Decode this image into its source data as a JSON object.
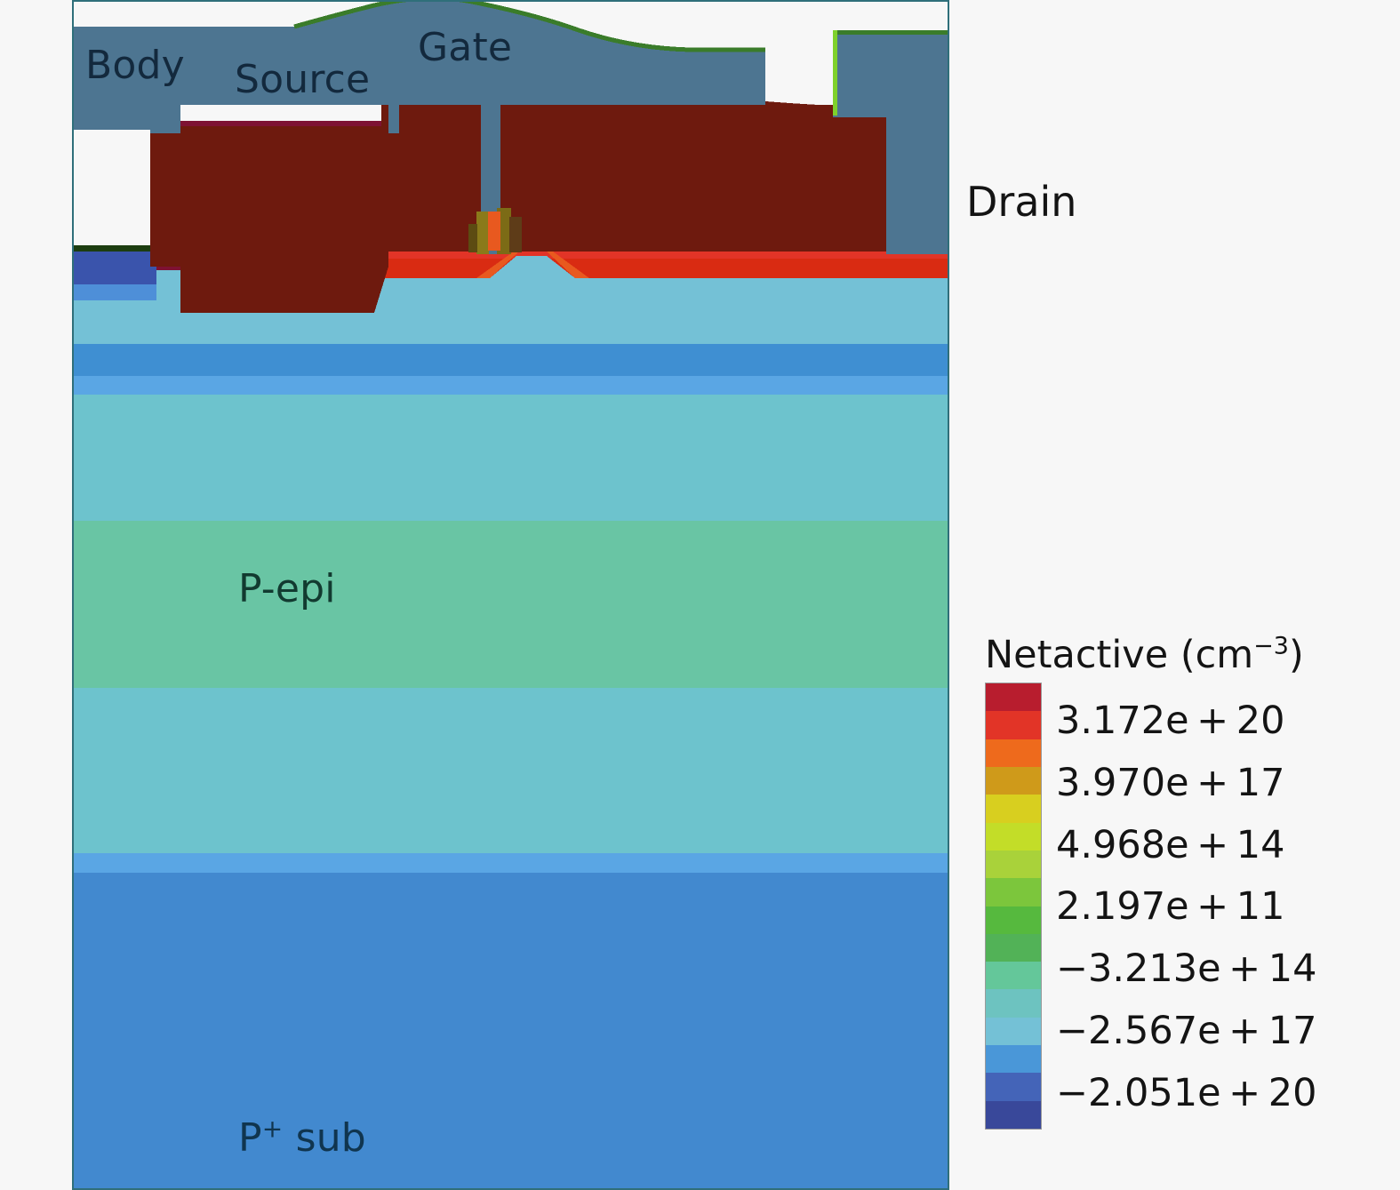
{
  "figure": {
    "kind": "tcad-device-cross-section",
    "background_color": "#f7f7f7"
  },
  "device_labels": {
    "body": "Body",
    "source": "Source",
    "gate": "Gate",
    "drain": "Drain",
    "p_epi": "P-epi",
    "p_sub_prefix": "P",
    "p_sub_sup": "+",
    "p_sub_suffix": " sub"
  },
  "legend": {
    "title_text": "Netactive (cm",
    "title_sup": "−3",
    "title_tail": ")",
    "labels": [
      "3.172e + 20",
      "3.970e + 17",
      "4.968e + 14",
      "2.197e + 11",
      "−3.213e + 14",
      "−2.567e + 17",
      "−2.051e + 20"
    ],
    "colorbar_colors": [
      "#b81d2e",
      "#e23427",
      "#ee6a1c",
      "#cf9a1a",
      "#d8cf1f",
      "#c3dd28",
      "#a9d23a",
      "#7cc63c",
      "#56b93e",
      "#52b257",
      "#64c79a",
      "#6dc3c0",
      "#74c1d6",
      "#4a97d8",
      "#4464b8",
      "#39489a"
    ]
  },
  "chart_data": {
    "type": "heatmap",
    "title": "Netactive (cm−3) device cross-section",
    "colorbar_levels": [
      3.172e+20,
      3.97e+17,
      496800000000000.0,
      219700000000.0,
      -321300000000000.0,
      -2.567e+17,
      -2.051e+20
    ],
    "annotations": [
      "Body",
      "Source",
      "Gate",
      "Drain",
      "P-epi",
      "P+ sub"
    ],
    "regions": [
      {
        "name": "metal-interconnect",
        "color": "#4d7591",
        "netactive_level": "n/a"
      },
      {
        "name": "n-plus-source-drain",
        "color": "#6e1a0e",
        "netactive_level": 3.172e+20
      },
      {
        "name": "p-plus-body-contact",
        "color": "#3a54ac",
        "netactive_level": -2.051e+20
      },
      {
        "name": "n-drift-surface",
        "color": "#e23427",
        "netactive_level": 3.97e+17
      },
      {
        "name": "n-well",
        "color": "#74c1d6",
        "netactive_level": -2.567e+17
      },
      {
        "name": "p-epi",
        "color": "#69c5a4",
        "netactive_level": -321300000000000.0
      },
      {
        "name": "p-plus-substrate",
        "color": "#4289cf",
        "netactive_level": -2.051e+20
      }
    ]
  }
}
